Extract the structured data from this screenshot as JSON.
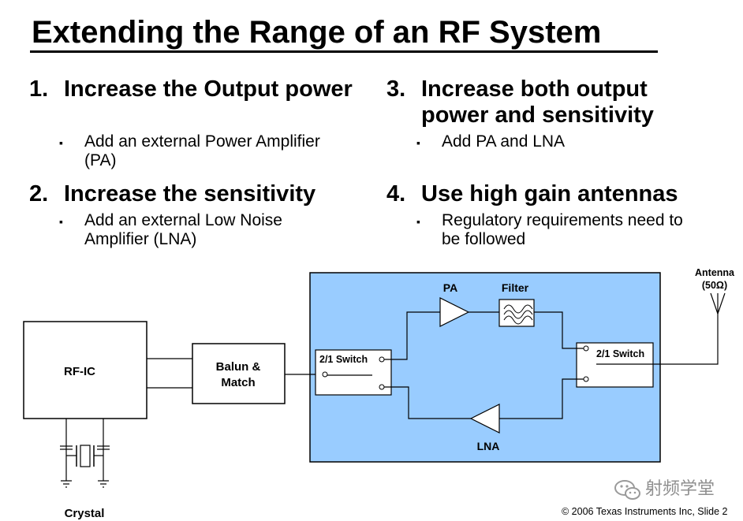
{
  "title": "Extending the Range of an RF System",
  "items": [
    {
      "number": "1.",
      "heading": "Increase the Output power",
      "detail": "Add an external Power Amplifier (PA)"
    },
    {
      "number": "2.",
      "heading": "Increase the sensitivity",
      "detail": "Add an external Low Noise Amplifier (LNA)"
    },
    {
      "number": "3.",
      "heading": "Increase both output power and sensitivity",
      "detail": "Add PA and LNA"
    },
    {
      "number": "4.",
      "heading": "Use high gain antennas",
      "detail": "Regulatory requirements need to be followed"
    }
  ],
  "bullet_glyph": "▪",
  "diagram": {
    "rf_ic": "RF-IC",
    "balun_line1": "Balun &",
    "balun_line2": "Match",
    "switch_left": "2/1 Switch",
    "switch_right": "2/1 Switch",
    "pa": "PA",
    "filter": "Filter",
    "lna": "LNA",
    "antenna_line1": "Antenna",
    "antenna_line2": "(50Ω)",
    "crystal": "Crystal",
    "colors": {
      "panel_fill": "#99ccff",
      "stroke": "#000000",
      "white": "#ffffff"
    }
  },
  "footer": {
    "copyright": "© 2006 Texas Instruments Inc, Slide 2"
  },
  "watermark": {
    "text": "射频学堂",
    "icon": "wechat-icon"
  }
}
